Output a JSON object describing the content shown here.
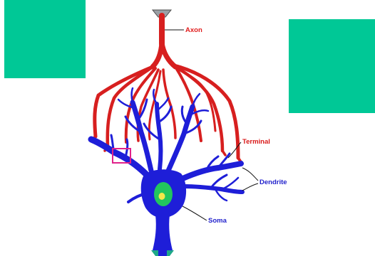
{
  "colors": {
    "background": "#ffffff",
    "panel": "#00c896",
    "axon": "#d71f1f",
    "dendrite": "#1e1ed8",
    "nucleus": "#22c55e",
    "nucleolus": "#f5e84a",
    "highlight_box": "#e0218a",
    "axon_label": "#e11d1d",
    "terminal_label": "#d91a1a",
    "dendrite_label": "#2222cc",
    "soma_label": "#2222cc"
  },
  "icons": {
    "top_connector": "axon-terminal-connector-icon",
    "bottom_connector": "hillock-connector-icon"
  },
  "labels": {
    "axon": "Axon",
    "terminal": "Terminal",
    "dendrite": "Dendrite",
    "soma": "Soma"
  }
}
